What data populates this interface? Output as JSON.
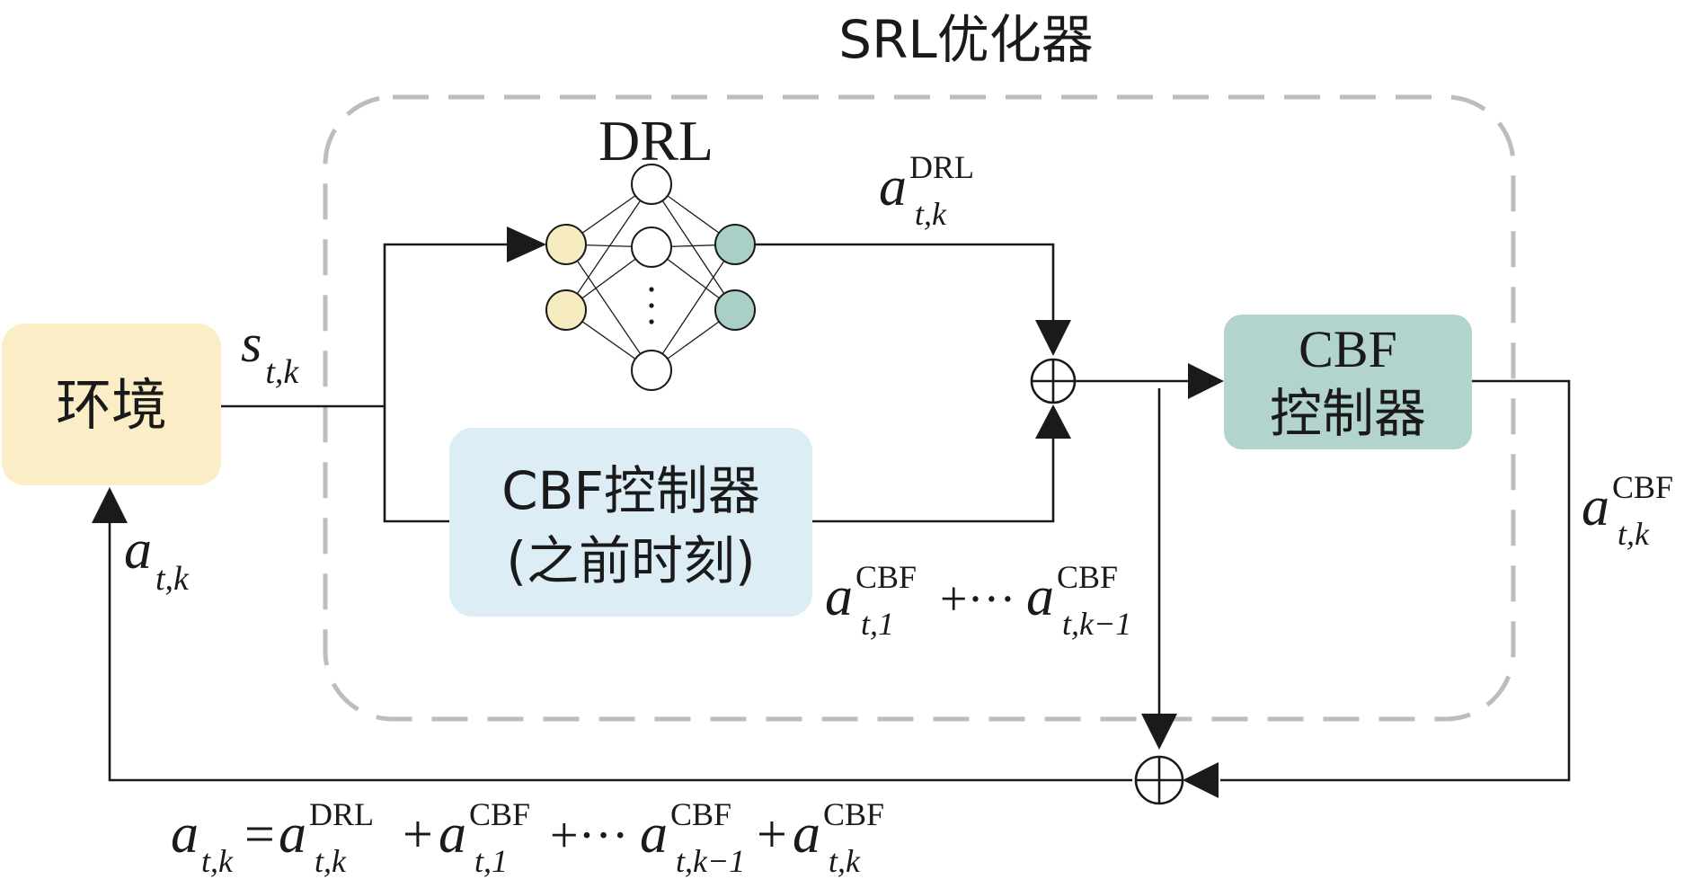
{
  "optimizer_title": "SRL优化器",
  "drl": {
    "label": "DRL",
    "ellipsis": "·\n·\n·"
  },
  "environment": {
    "label": "环境",
    "color": "#fbeec6"
  },
  "cbf_previous": {
    "line1": "CBF控制器",
    "line2": "(之前时刻)",
    "color": "#dcedf6"
  },
  "cbf_controller": {
    "line1": "CBF",
    "line2": "控制器",
    "color": "#b3d3cd"
  },
  "colors": {
    "input_neuron": "#f7ebc0",
    "output_neuron": "#a9cfc6",
    "hidden_neuron": "#ffffff",
    "dashed_border": "#bdbdbd",
    "line": "#1a1a1a"
  },
  "symbols": {
    "sum": "⊕",
    "state": {
      "base": "s",
      "sub": "t,k"
    },
    "drl_action": {
      "base": "a",
      "sup": "DRL",
      "sub": "t,k"
    },
    "cbf_action": {
      "base": "a",
      "sup": "CBF",
      "sub": "t,k"
    },
    "env_action": {
      "base": "a",
      "sub": "t,k"
    },
    "prev_sum": {
      "a1_base": "a",
      "a1_sup": "CBF",
      "a1_sub": "t,1",
      "middle": "+···",
      "a2_base": "a",
      "a2_sup": "CBF",
      "a2_sub": "t,k−1"
    }
  },
  "equation": {
    "lhs_base": "a",
    "lhs_sub": "t,k",
    "eq": "=",
    "t1_base": "a",
    "t1_sup": "DRL",
    "t1_sub": "t,k",
    "plus1": "+",
    "t2_base": "a",
    "t2_sup": "CBF",
    "t2_sub": "t,1",
    "plus_dots": "+···",
    "t3_base": "a",
    "t3_sup": "CBF",
    "t3_sub": "t,k−1",
    "plus2": "+",
    "t4_base": "a",
    "t4_sup": "CBF",
    "t4_sub": "t,k"
  }
}
